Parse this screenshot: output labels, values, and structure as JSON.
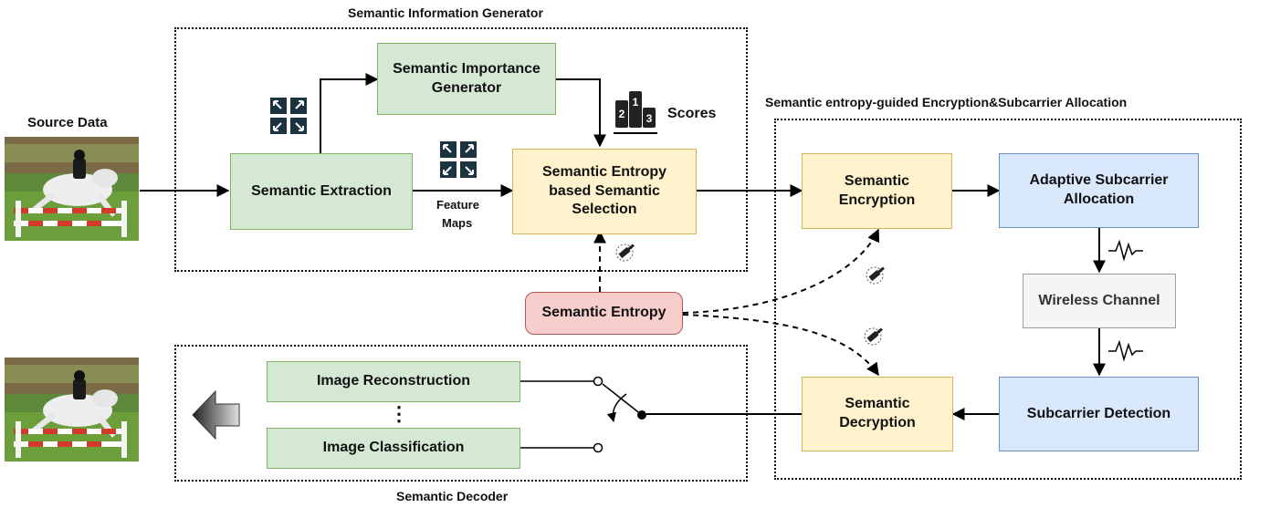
{
  "titles": {
    "generator": "Semantic Information Generator",
    "encryption": "Semantic entropy-guided Encryption&Subcarrier Allocation",
    "decoder": "Semantic Decoder",
    "source": "Source Data"
  },
  "nodes": {
    "semantic_extraction": "Semantic Extraction",
    "importance_line1": "Semantic Importance",
    "importance_line2": "Generator",
    "selection_line1": "Semantic Entropy",
    "selection_line2": "based Semantic",
    "selection_line3": "Selection",
    "semantic_entropy": "Semantic Entropy",
    "encryption_line1": "Semantic",
    "encryption_line2": "Encryption",
    "allocation_line1": "Adaptive Subcarrier",
    "allocation_line2": "Allocation",
    "wireless_channel": "Wireless Channel",
    "subcarrier_detection": "Subcarrier Detection",
    "decryption_line1": "Semantic",
    "decryption_line2": "Decryption",
    "image_reconstruction": "Image Reconstruction",
    "image_classification": "Image Classification"
  },
  "labels": {
    "feature_maps_line1": "Feature",
    "feature_maps_line2": "Maps",
    "scores": "Scores",
    "ellipsis": "⋮",
    "podium_1": "1",
    "podium_2": "2",
    "podium_3": "3"
  },
  "colors": {
    "green_fill": "#d5e8d4",
    "green_stroke": "#82b366",
    "yellow_fill": "#fff2cc",
    "yellow_stroke": "#d6b656",
    "blue_fill": "#dae8fc",
    "blue_stroke": "#6c8ebf",
    "red_fill": "#f8cecc",
    "red_stroke": "#b85450",
    "gray_fill": "#f5f5f5",
    "gray_stroke": "#9e9e9e"
  }
}
